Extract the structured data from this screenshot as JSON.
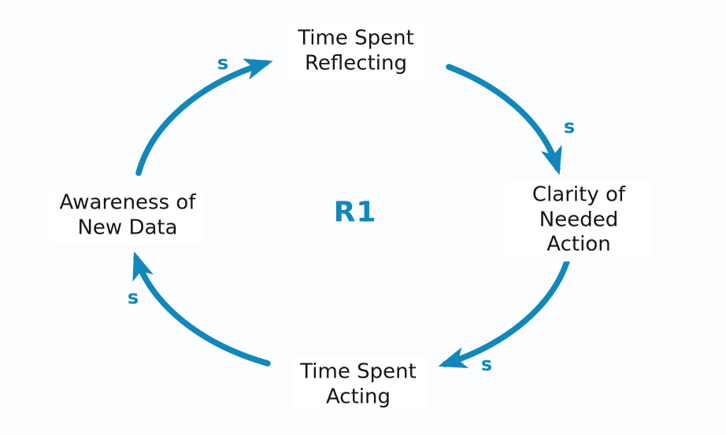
{
  "diagram": {
    "kind": "causal-loop-diagram",
    "loop_label": "R1",
    "nodes": {
      "top": {
        "label": "Time Spent\nReflecting"
      },
      "right": {
        "label": "Clarity of\nNeeded Action"
      },
      "bottom": {
        "label": "Time Spent\nActing"
      },
      "left": {
        "label": "Awareness of\nNew Data"
      }
    },
    "links": [
      {
        "from": "Time Spent Reflecting",
        "to": "Clarity of Needed Action",
        "polarity": "s"
      },
      {
        "from": "Clarity of Needed Action",
        "to": "Time Spent Acting",
        "polarity": "s"
      },
      {
        "from": "Time Spent Acting",
        "to": "Awareness of New Data",
        "polarity": "s"
      },
      {
        "from": "Awareness of New Data",
        "to": "Time Spent Reflecting",
        "polarity": "s"
      }
    ],
    "colors": {
      "accent": "#1287b9",
      "text": "#151515",
      "background": "#fbfdff",
      "label_background": "#ffffff"
    }
  }
}
